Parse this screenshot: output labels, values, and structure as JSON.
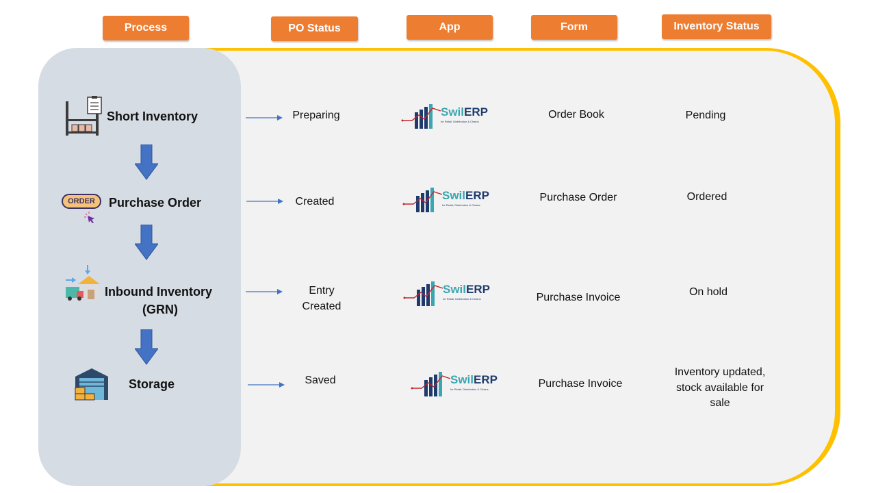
{
  "headers": {
    "process": "Process",
    "po_status": "PO Status",
    "app": "App",
    "form": "Form",
    "inventory_status": "Inventory Status"
  },
  "app_logo": {
    "name_part1": "Swil",
    "name_part2": "ERP",
    "tagline": "for Retail, Distribution & Chains"
  },
  "rows": [
    {
      "process": "Short Inventory",
      "po_status": "Preparing",
      "form": "Order Book",
      "inventory_status": "Pending"
    },
    {
      "process": "Purchase Order",
      "process_icon_text": "ORDER",
      "po_status": "Created",
      "form": "Purchase Order",
      "inventory_status": "Ordered"
    },
    {
      "process_line1": "Inbound Inventory",
      "process_line2": "(GRN)",
      "po_status_line1": "Entry",
      "po_status_line2": "Created",
      "form": "Purchase Invoice",
      "inventory_status": "On hold"
    },
    {
      "process": "Storage",
      "po_status": "Saved",
      "form": "Purchase Invoice",
      "inventory_status_line1": "Inventory updated,",
      "inventory_status_line2": "stock available for",
      "inventory_status_line3": "sale"
    }
  ],
  "colors": {
    "header_bg": "#ED7D31",
    "panel_border": "#FFC000",
    "process_panel": "#D6DCE4",
    "arrow": "#4472C4",
    "logo_teal": "#3AA6B1",
    "logo_navy": "#1F3B6E"
  }
}
